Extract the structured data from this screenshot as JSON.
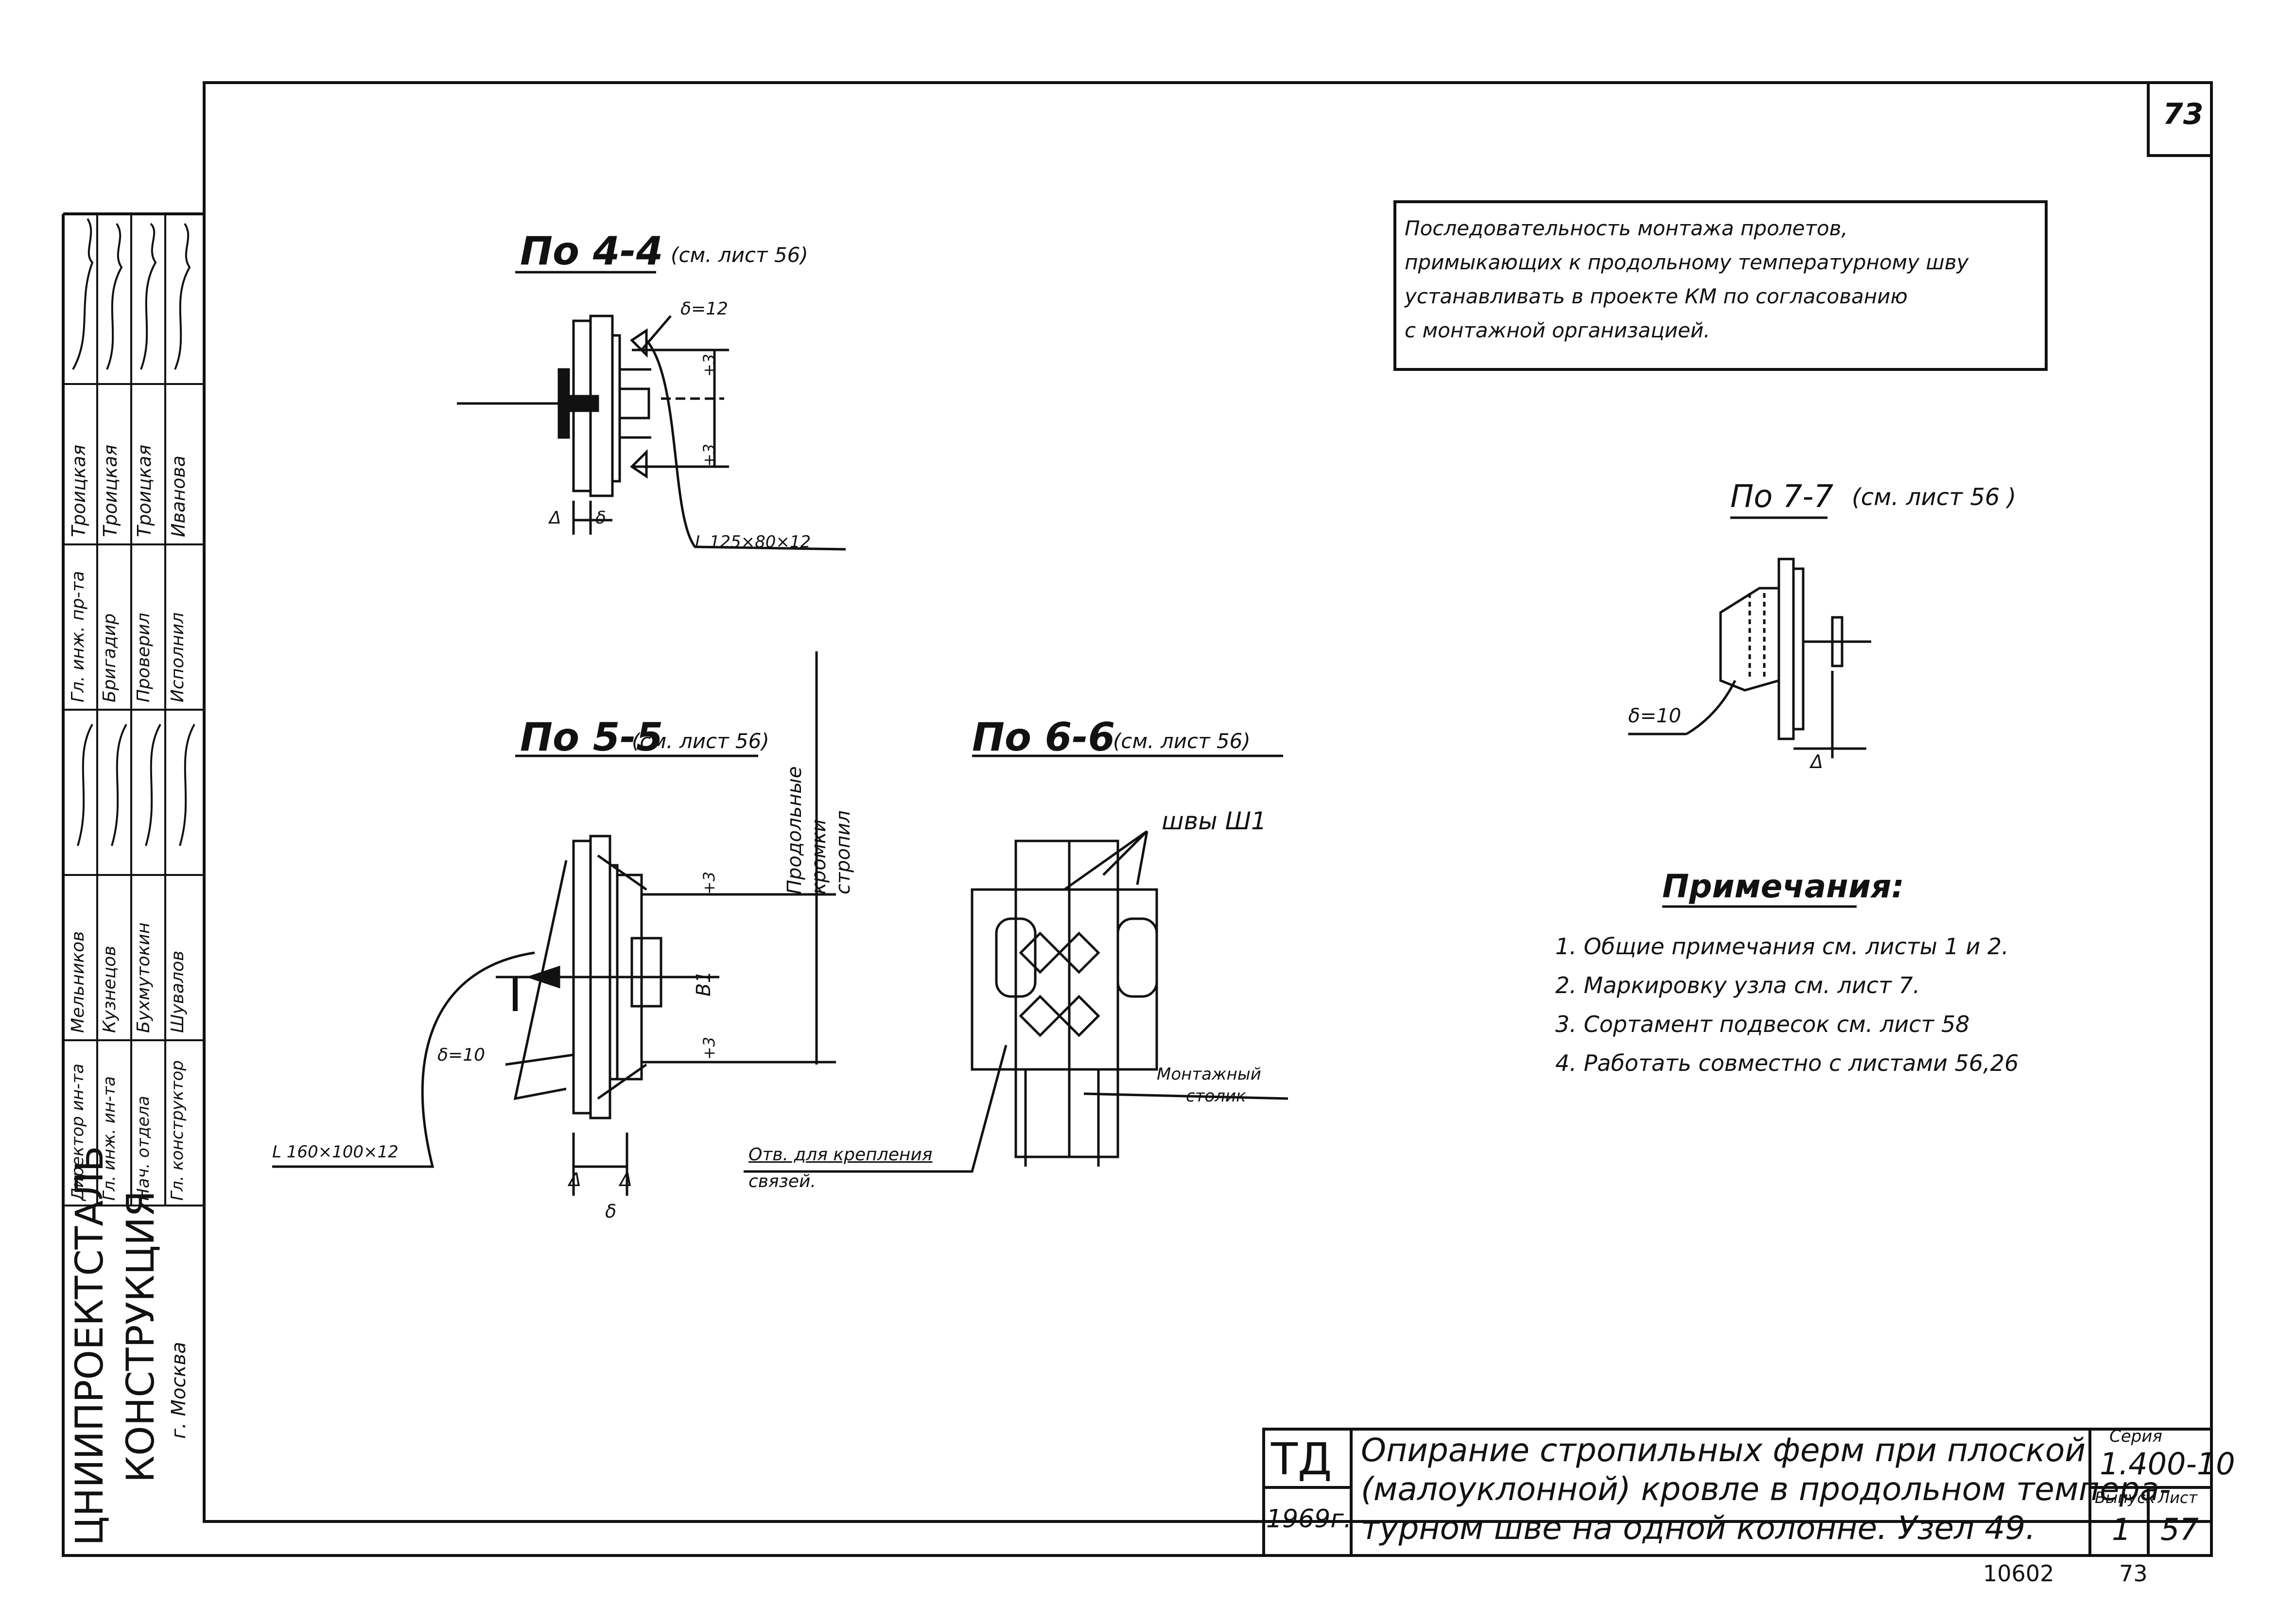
{
  "sheet_number_box": "73",
  "sections": {
    "s44": {
      "title": "По 4-4",
      "ref": "(см. лист 56)",
      "delta": "δ=12",
      "angle": "L 125×80×12",
      "dim_a": "Δ",
      "dim_b": "δ",
      "dim_v1": "+3",
      "dim_v2": "+3"
    },
    "s55": {
      "title": "По 5-5",
      "ref": "(см. лист 56)",
      "delta": "δ=10",
      "angle": "L 160×100×12",
      "dim_a": "Δ",
      "dim_b": "Δ",
      "dim_c": "δ",
      "dim_v1": "+3",
      "dim_v2": "+3",
      "b1": "B1",
      "vertical_label": "Продольные кромки стропил"
    },
    "s66": {
      "title": "По 6-6",
      "ref": "(см. лист 56)",
      "welds": "швы Ш1",
      "table_label_1": "Монтажный",
      "table_label_2": "столик",
      "holes_1": "Отв. для крепления",
      "holes_2": "связей."
    },
    "s77": {
      "title": "По 7-7",
      "ref": "(см. лист 56 )",
      "delta": "δ=10",
      "dim_a": "Δ"
    }
  },
  "notice_box": {
    "lines": [
      "Последовательность монтажа пролетов,",
      "примыкающих к продольному температурному шву",
      "устанавливать в проекте КМ по согласованию",
      "с монтажной организацией."
    ]
  },
  "notes": {
    "title": "Примечания:",
    "items": [
      "1. Общие примечания см. листы 1 и 2.",
      "2. Маркировку узла см. лист 7.",
      "3. Сортамент подвесок см. лист 58",
      "4. Работать совместно с листами 56,26"
    ]
  },
  "left_stamp": {
    "org_1": "ЦНИИПРОЕКТСТАЛЬ",
    "org_2": "КОНСТРУКЦИЯ",
    "city": "г. Москва",
    "roles": [
      "Директор ин-та",
      "Гл. инж. ин-та",
      "Нач. отдела",
      "Гл. конструктор"
    ],
    "names": [
      "Мельников",
      "Кузнецов",
      "Бухмутокин",
      "Шувалов"
    ],
    "roles2": [
      "Гл. инж. пр-та",
      "Бригадир",
      "Проверил",
      "Исполнил"
    ],
    "names2": [
      "Троицкая",
      "Троицкая",
      "Троицкая",
      "Иванова"
    ]
  },
  "title_block": {
    "code": "ТД",
    "year": "1969г.",
    "title_lines": [
      "Опирание стропильных ферм при плоской",
      "(малоуклонной) кровле в продольном темпера-",
      "турном шве на одной колонне. Узел 49."
    ],
    "series_label": "Серия",
    "series_value": "1.400-10",
    "issue_label": "Выпуск",
    "issue_value": "1",
    "sheet_label": "Лист",
    "sheet_value": "57"
  },
  "bottom_numbers": {
    "archive": "10602",
    "page": "73"
  }
}
